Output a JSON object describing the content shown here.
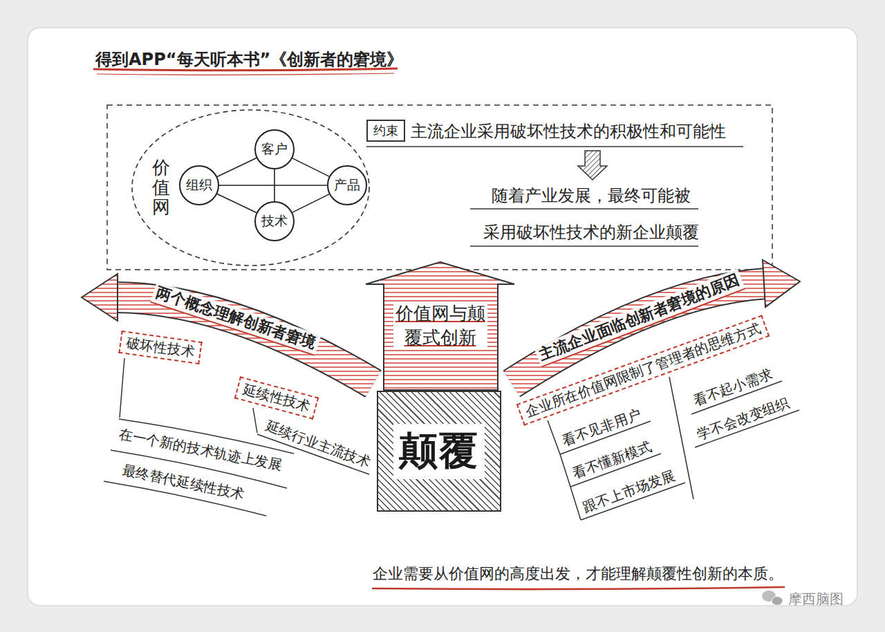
{
  "diagram": {
    "title": "得到APP“每天听本书”《创新者的窘境》",
    "caption": "企业需要从价值网的高度出发，才能理解颠覆性创新的本质。",
    "nodes": [
      {
        "text": [
          "价值网"
        ]
      },
      {
        "text": [
          "客户"
        ],
        "in": 0
      },
      {
        "text": [
          "组织"
        ],
        "in": 0
      },
      {
        "text": [
          "产品"
        ],
        "in": 0
      },
      {
        "text": [
          "技术"
        ],
        "in": 0
      },
      {
        "text": [
          "约束"
        ]
      },
      {
        "text": [
          "价值网与颠覆式创新"
        ]
      },
      {
        "text": [
          "颠覆"
        ]
      },
      {
        "text": [
          "两个概念理解创新者窘境"
        ]
      },
      {
        "text": [
          "破坏性技术"
        ]
      },
      {
        "text": [
          "延续性技术"
        ]
      },
      {
        "text": [
          "主流企业面临创新者窘境的原因"
        ]
      },
      {
        "text": [
          "企业所在价值网限制了管理者的思维方式"
        ]
      }
    ],
    "edges": [
      {
        "from": 1,
        "to": 2,
        "arrow": "none"
      },
      {
        "from": 1,
        "to": 3,
        "arrow": "none"
      },
      {
        "from": 2,
        "to": 4,
        "arrow": "none"
      },
      {
        "from": 3,
        "to": 4,
        "arrow": "none"
      },
      {
        "from": 1,
        "to": 4,
        "arrow": "none"
      },
      {
        "from": 2,
        "to": 3,
        "arrow": "none"
      }
    ],
    "labels": [
      "主流企业采用破坏性技术的积极性和可能性",
      "随着产业发展，最终可能被",
      "采用破坏性技术的新企业颠覆",
      "在一个新的技术轨迹上发展",
      "最终替代延续性技术",
      "延续行业主流技术",
      "看不见非用户",
      "看不懂新模式",
      "跟不上市场发展",
      "看不起小需求",
      "学不会改变组织",
      "摩西脑图"
    ]
  }
}
